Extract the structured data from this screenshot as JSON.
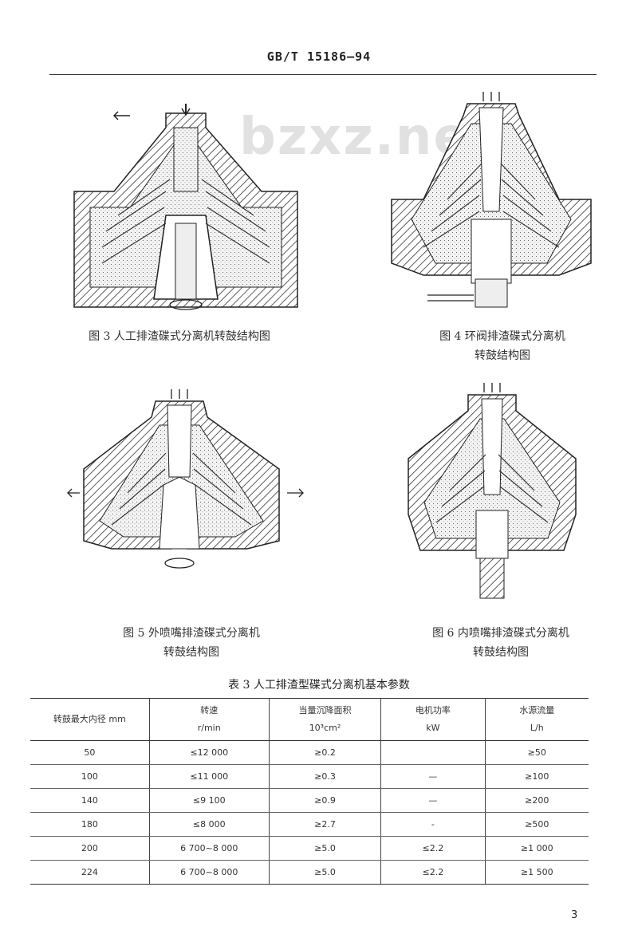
{
  "header": {
    "standard": "GB/T 15186—94"
  },
  "watermark": "bzxz.net",
  "figures": [
    {
      "caption_line1": "图 3  人工排渣碟式分离机转鼓结构图",
      "caption_line2": ""
    },
    {
      "caption_line1": "图 4  环阀排渣碟式分离机",
      "caption_line2": "转鼓结构图"
    },
    {
      "caption_line1": "图 5  外喷嘴排渣碟式分离机",
      "caption_line2": "转鼓结构图"
    },
    {
      "caption_line1": "图 6  内喷嘴排渣碟式分离机",
      "caption_line2": "转鼓结构图"
    }
  ],
  "table": {
    "title": "表 3  人工排渣型碟式分离机基本参数",
    "headers": [
      {
        "line1": "转鼓最大内径 mm",
        "line2": ""
      },
      {
        "line1": "转速",
        "line2": "r/min"
      },
      {
        "line1": "当量沉降面积",
        "line2": "10³cm²"
      },
      {
        "line1": "电机功率",
        "line2": "kW"
      },
      {
        "line1": "水源流量",
        "line2": "L/h"
      }
    ],
    "rows": [
      [
        "50",
        "≤12 000",
        "≥0.2",
        "",
        "≥50"
      ],
      [
        "100",
        "≤11 000",
        "≥0.3",
        "—",
        "≥100"
      ],
      [
        "140",
        "≤9 100",
        "≥0.9",
        "—",
        "≥200"
      ],
      [
        "180",
        "≤8 000",
        "≥2.7",
        "-",
        "≥500"
      ],
      [
        "200",
        "6 700~8 000",
        "≥5.0",
        "≤2.2",
        "≥1 000"
      ],
      [
        "224",
        "6 700~8 000",
        "≥5.0",
        "≤2.2",
        "≥1 500"
      ]
    ]
  },
  "page_number": "3"
}
